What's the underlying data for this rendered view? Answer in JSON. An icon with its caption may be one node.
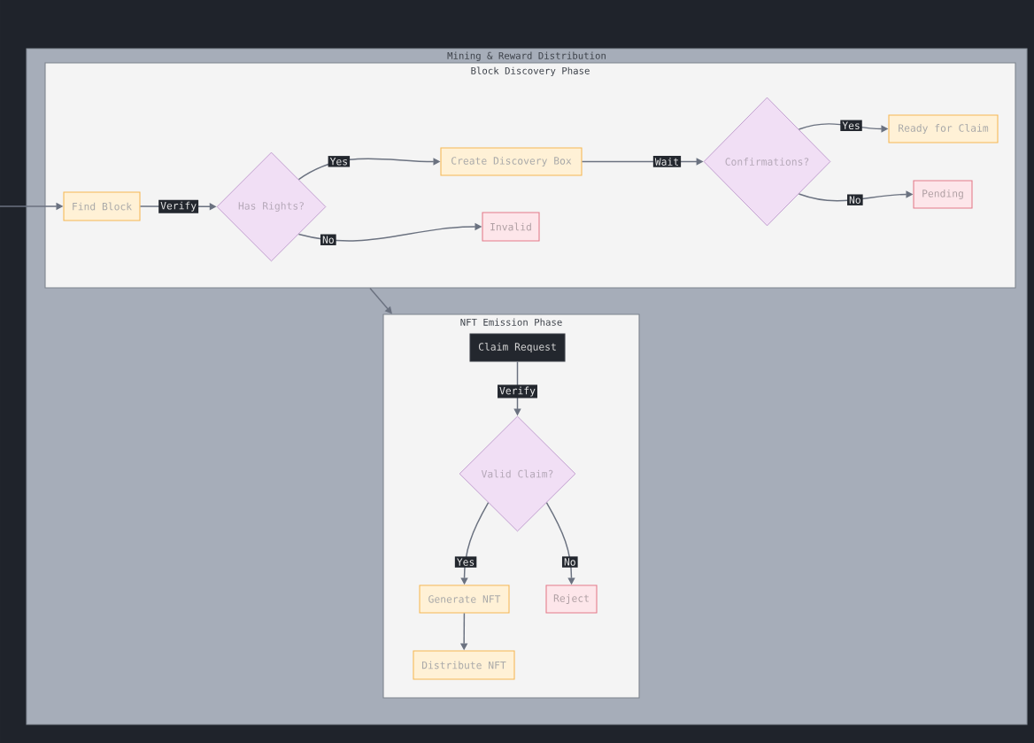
{
  "diagram": {
    "nodes": [
      {
        "text": [
          "Mining & Reward Distribution"
        ]
      },
      {
        "text": [
          "Block Discovery Phase"
        ],
        "in": 0
      },
      {
        "text": [
          "Find Block"
        ],
        "in": 1
      },
      {
        "text": [
          "Has Rights?"
        ],
        "in": 1
      },
      {
        "text": [
          "Create Discovery Box"
        ],
        "in": 1
      },
      {
        "text": [
          "Invalid"
        ],
        "in": 1
      },
      {
        "text": [
          "Confirmations?"
        ],
        "in": 1
      },
      {
        "text": [
          "Ready for Claim"
        ],
        "in": 1
      },
      {
        "text": [
          "Pending"
        ],
        "in": 1
      },
      {
        "text": [
          "NFT Emission Phase"
        ],
        "in": 0
      },
      {
        "text": [
          "Claim Request"
        ],
        "in": 9
      },
      {
        "text": [
          "Valid Claim?"
        ],
        "in": 9
      },
      {
        "text": [
          "Generate NFT"
        ],
        "in": 9
      },
      {
        "text": [
          "Reject"
        ],
        "in": 9
      },
      {
        "text": [
          "Distribute NFT"
        ],
        "in": 9
      }
    ],
    "edges": [
      {
        "from": null,
        "to": 2,
        "arrow": "to"
      },
      {
        "from": 2,
        "to": 3,
        "arrow": "to",
        "label": "Verify"
      },
      {
        "from": 3,
        "to": 4,
        "arrow": "to",
        "label": "Yes"
      },
      {
        "from": 3,
        "to": 5,
        "arrow": "to",
        "label": "No"
      },
      {
        "from": 4,
        "to": 6,
        "arrow": "to",
        "label": "Wait"
      },
      {
        "from": 6,
        "to": 7,
        "arrow": "to",
        "label": "Yes"
      },
      {
        "from": 6,
        "to": 8,
        "arrow": "to",
        "label": "No"
      },
      {
        "from": 1,
        "to": 9,
        "arrow": "to"
      },
      {
        "from": 10,
        "to": 11,
        "arrow": "to",
        "label": "Verify"
      },
      {
        "from": 11,
        "to": 12,
        "arrow": "to",
        "label": "Yes"
      },
      {
        "from": 11,
        "to": 13,
        "arrow": "to",
        "label": "No"
      },
      {
        "from": 12,
        "to": 14,
        "arrow": "to"
      }
    ]
  }
}
